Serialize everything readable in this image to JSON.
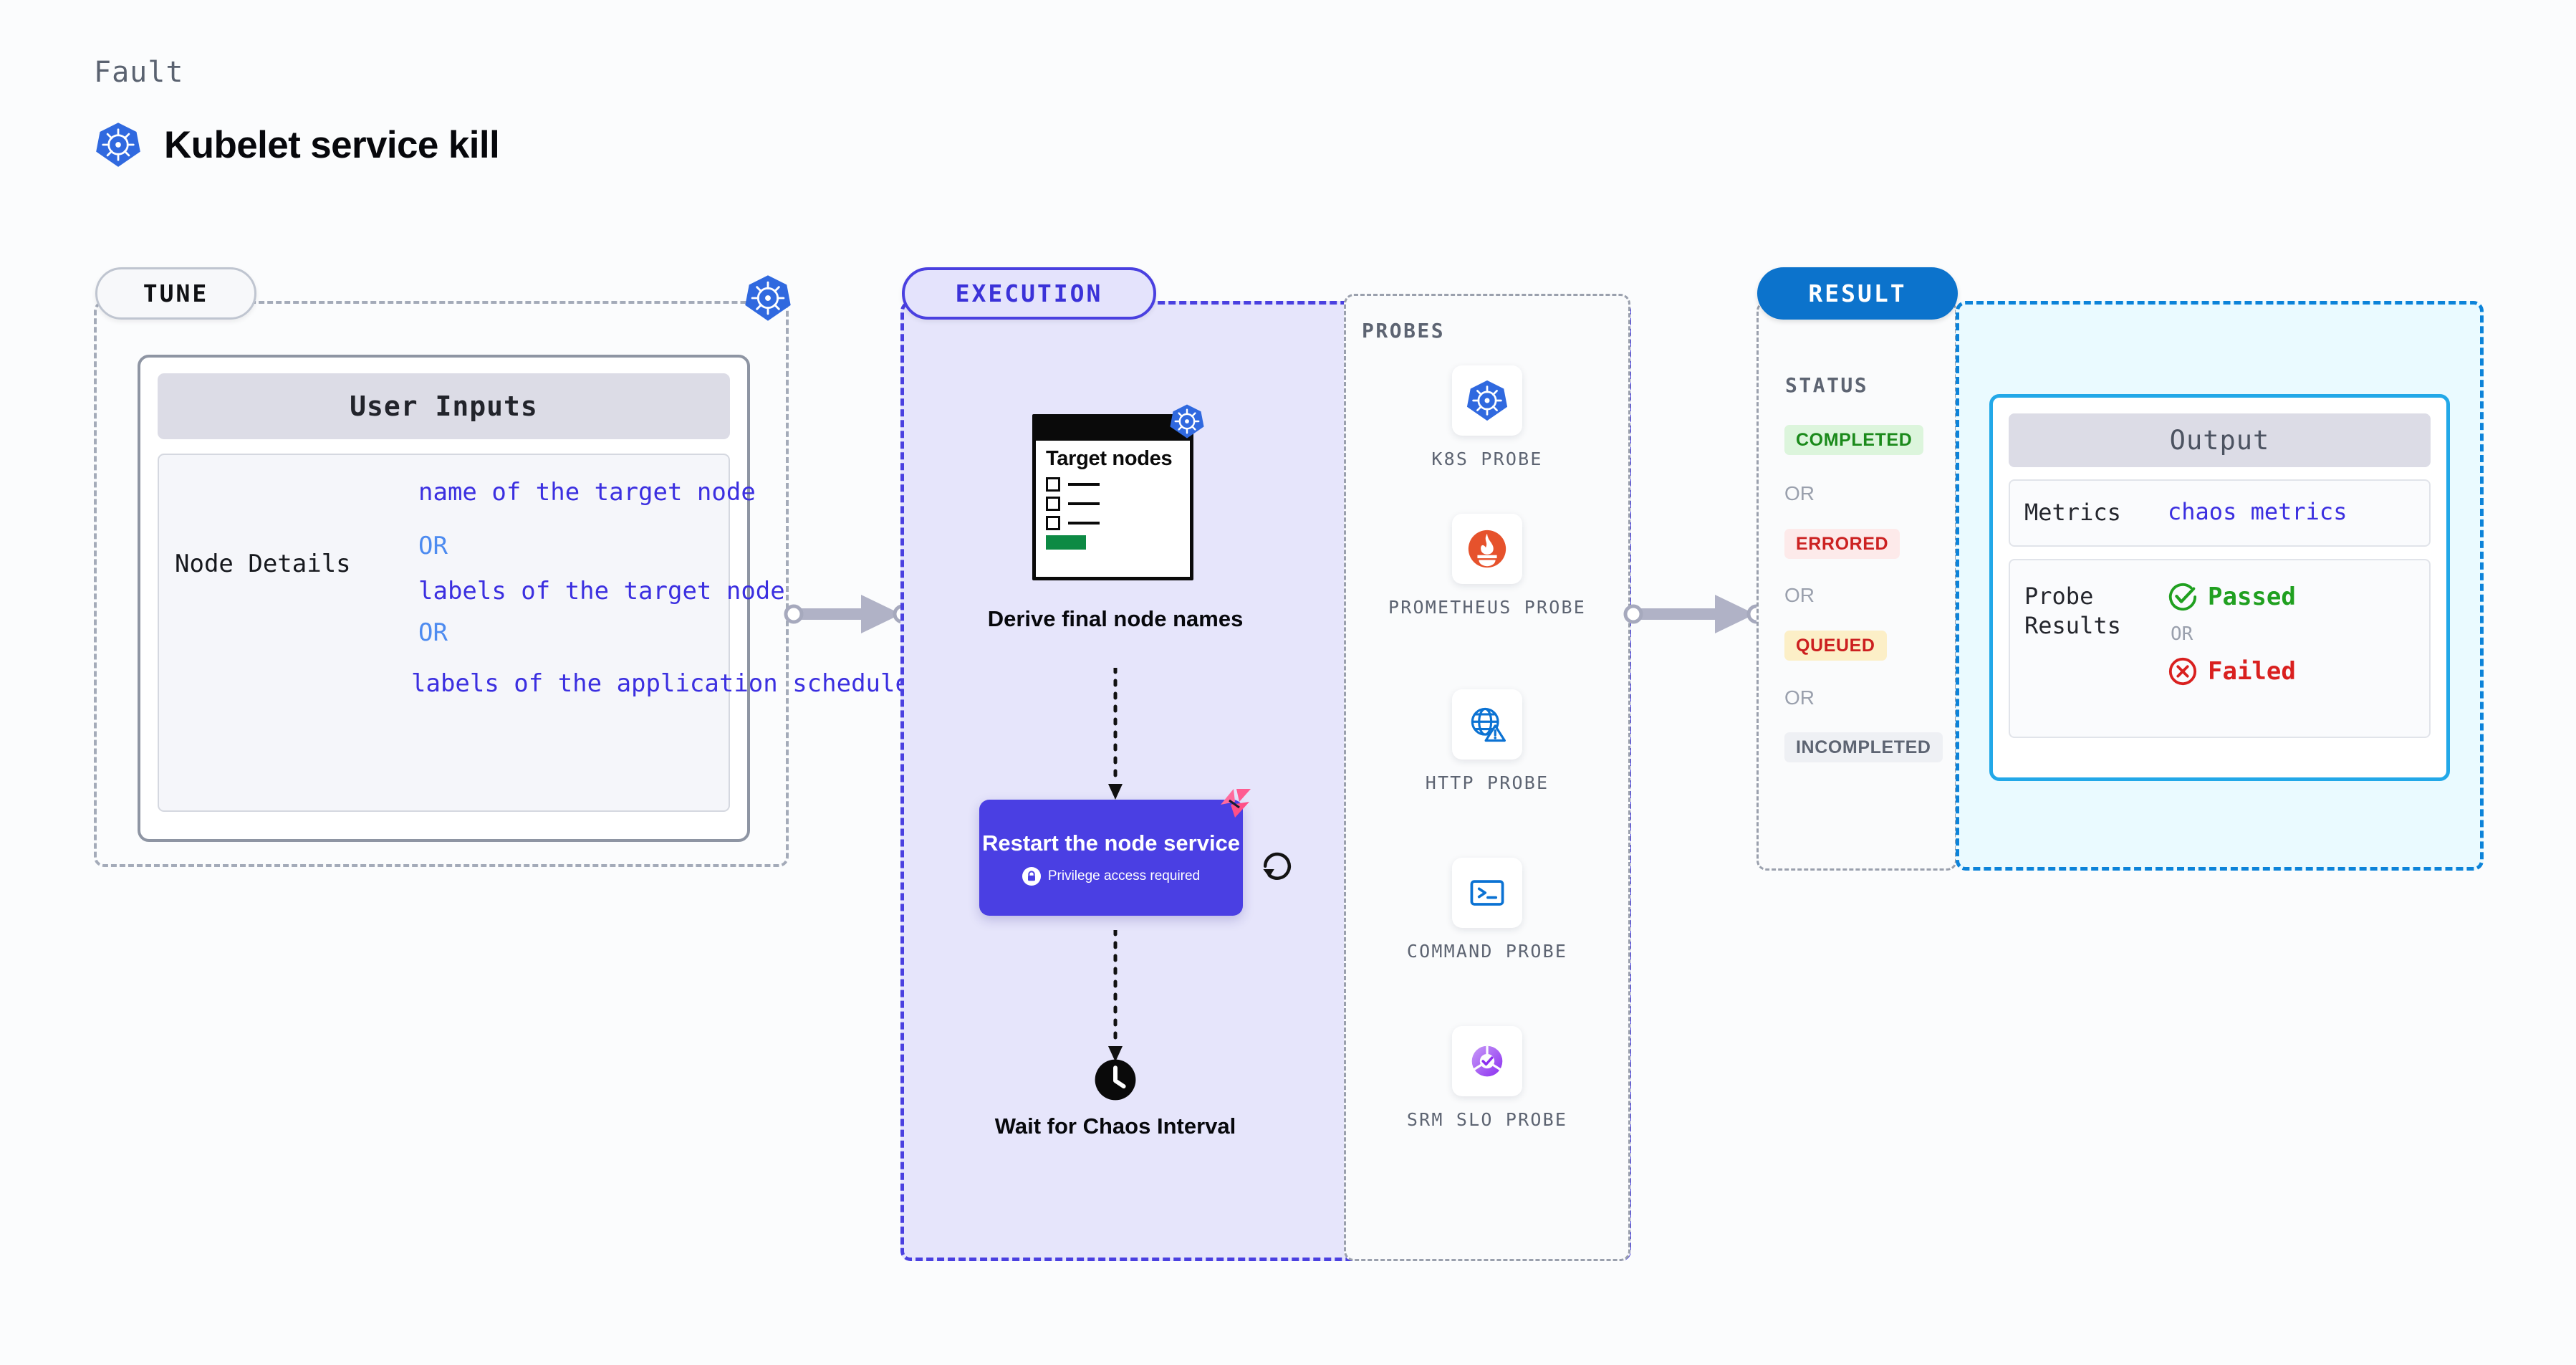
{
  "header": {
    "eyebrow": "Fault",
    "title": "Kubelet service kill",
    "icon": "kubernetes-icon"
  },
  "stages": {
    "tune": {
      "label": "TUNE",
      "badge_icon": "kubernetes-icon"
    },
    "execution": {
      "label": "EXECUTION"
    },
    "result": {
      "label": "RESULT"
    }
  },
  "tune": {
    "card_title": "User Inputs",
    "rows": [
      {
        "key": "Node Details",
        "values": [
          "name of the target node",
          "labels of the target node",
          "labels of the application  scheduled on target node"
        ],
        "separator": "OR"
      }
    ]
  },
  "execution": {
    "target_card": {
      "title": "Target nodes",
      "checkbox_rows": 3,
      "badge_icon": "kubernetes-icon"
    },
    "derive_caption": "Derive final node names",
    "restart_step": {
      "title": "Restart the node service",
      "privilege_text": "Privilege access required",
      "privilege_icon": "lock-icon",
      "corner_icon": "harness-logo-icon",
      "side_icon": "refresh-icon"
    },
    "wait_step": {
      "icon": "clock-icon",
      "caption": "Wait for Chaos Interval"
    }
  },
  "probes": {
    "section_label": "PROBES",
    "items": [
      {
        "name": "K8S PROBE",
        "icon": "kubernetes-icon"
      },
      {
        "name": "PROMETHEUS PROBE",
        "icon": "prometheus-icon"
      },
      {
        "name": "HTTP PROBE",
        "icon": "globe-warning-icon"
      },
      {
        "name": "COMMAND PROBE",
        "icon": "terminal-icon"
      },
      {
        "name": "SRM SLO PROBE",
        "icon": "donut-check-icon"
      }
    ]
  },
  "result": {
    "status_label": "STATUS",
    "separator": "OR",
    "statuses": [
      {
        "label": "COMPLETED",
        "fg": "#1b8a1b",
        "bg": "#dcf5dc"
      },
      {
        "label": "ERRORED",
        "fg": "#cc2222",
        "bg": "#fdeaea"
      },
      {
        "label": "QUEUED",
        "fg": "#cc1f1f",
        "bg": "#fcefc7"
      },
      {
        "label": "INCOMPLETED",
        "fg": "#5d6472",
        "bg": "#eef0f4"
      }
    ],
    "output": {
      "card_title": "Output",
      "metrics_key": "Metrics",
      "metrics_value": "chaos metrics",
      "probe_results_key": "Probe Results",
      "passed_label": "Passed",
      "failed_label": "Failed",
      "separator": "OR",
      "passed_icon": "check-circle-icon",
      "failed_icon": "x-circle-icon"
    }
  },
  "connectors": {
    "tune_to_execution": "arrow-right-icon",
    "execution_to_result": "arrow-right-icon"
  },
  "colors": {
    "execution_accent": "#4a40e0",
    "result_accent": "#0c73cc",
    "output_border": "#22a8e8",
    "restart_box": "#4a3fe3",
    "kubernetes_blue": "#3069df"
  }
}
